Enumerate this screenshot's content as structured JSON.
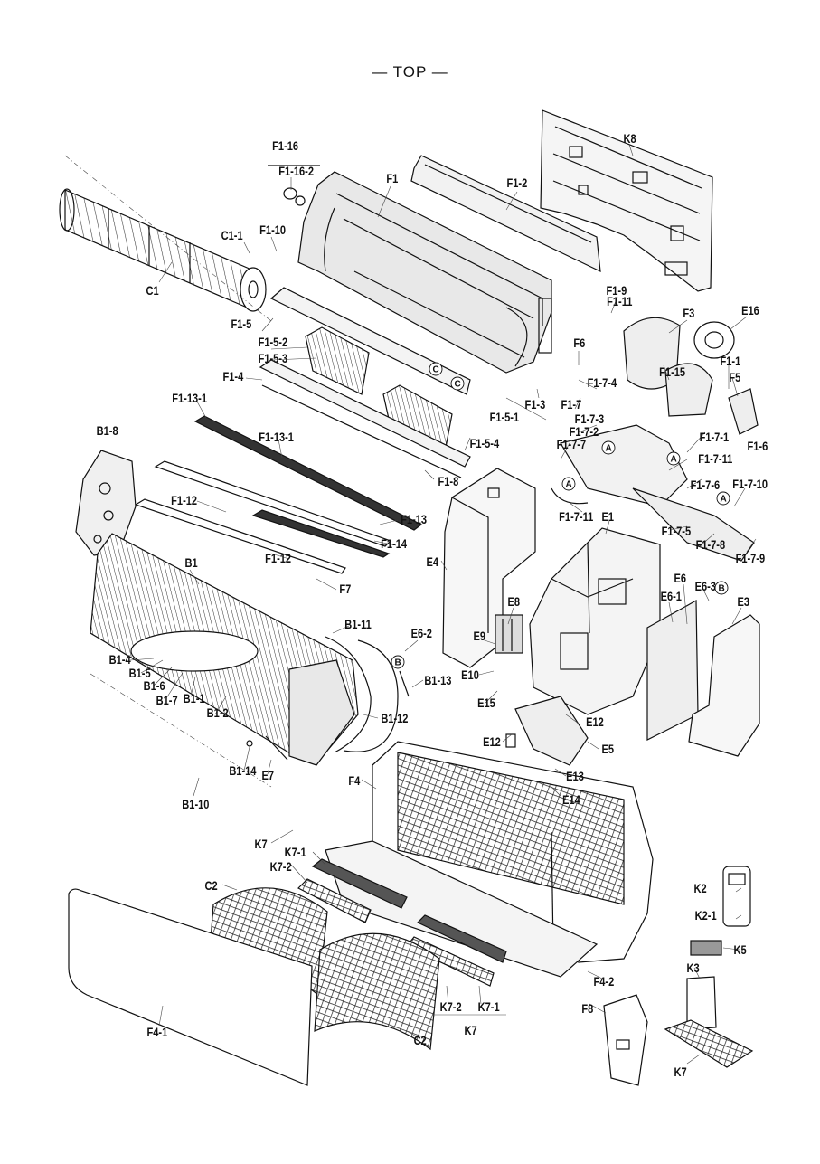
{
  "header": {
    "title": "— TOP —"
  },
  "labels": {
    "F1_16": "F1-16",
    "F1_16_2": "F1-16-2",
    "F1": "F1",
    "F1_2": "F1-2",
    "K8": "K8",
    "C1_1": "C1-1",
    "F1_10": "F1-10",
    "C1": "C1",
    "F1_5": "F1-5",
    "F1_5_2": "F1-5-2",
    "F1_5_3": "F1-5-3",
    "F1_4": "F1-4",
    "F1_9": "F1-9",
    "F1_11": "F1-11",
    "E16": "E16",
    "F3": "F3",
    "F6": "F6",
    "F1_1": "F1-1",
    "F1_15": "F1-15",
    "F5": "F5",
    "F1_7_4": "F1-7-4",
    "F1_3": "F1-3",
    "F1_7": "F1-7",
    "F1_7_3": "F1-7-3",
    "F1_7_2": "F1-7-2",
    "F1_5_1": "F1-5-1",
    "F1_7_1": "F1-7-1",
    "F1_6": "F1-6",
    "F1_5_4": "F1-5-4",
    "F1_7_7": "F1-7-7",
    "F1_13_1a": "F1-13-1",
    "B1_8": "B1-8",
    "F1_13_1b": "F1-13-1",
    "F1_8": "F1-8",
    "F1_7_11a": "F1-7-11",
    "F1_7_6": "F1-7-6",
    "F1_7_10": "F1-7-10",
    "F1_12a": "F1-12",
    "F1_13": "F1-13",
    "F1_7_11b": "F1-7-11",
    "E1": "E1",
    "F1_14": "F1-14",
    "F1_7_5": "F1-7-5",
    "F1_7_8": "F1-7-8",
    "F1_7_9": "F1-7-9",
    "F1_12b": "F1-12",
    "E4": "E4",
    "B1": "B1",
    "F7": "F7",
    "E6": "E6",
    "E6_3": "E6-3",
    "E6_1": "E6-1",
    "E8": "E8",
    "E3": "E3",
    "B1_11": "B1-11",
    "E6_2": "E6-2",
    "E9": "E9",
    "B1_4": "B1-4",
    "B1_5": "B1-5",
    "B1_6": "B1-6",
    "B1_7": "B1-7",
    "B1_1": "B1-1",
    "B1_13": "B1-13",
    "E10": "E10",
    "E15": "E15",
    "B1_2": "B1-2",
    "B1_12": "B1-12",
    "E12a": "E12",
    "E12b": "E12",
    "E5": "E5",
    "B1_14": "B1-14",
    "E7": "E7",
    "E13": "E13",
    "F4": "F4",
    "E14": "E14",
    "B1_10": "B1-10",
    "K7a": "K7",
    "K7_1a": "K7-1",
    "K7_2a": "K7-2",
    "C2a": "C2",
    "K2": "K2",
    "K2_1": "K2-1",
    "K5": "K5",
    "K3": "K3",
    "F4_2": "F4-2",
    "K7_2b": "K7-2",
    "K7_1b": "K7-1",
    "K7b": "K7",
    "F8": "F8",
    "F4_1": "F4-1",
    "C2b": "C2",
    "K7c": "K7"
  },
  "markers": {
    "A": "A",
    "B": "B",
    "C": "C"
  }
}
